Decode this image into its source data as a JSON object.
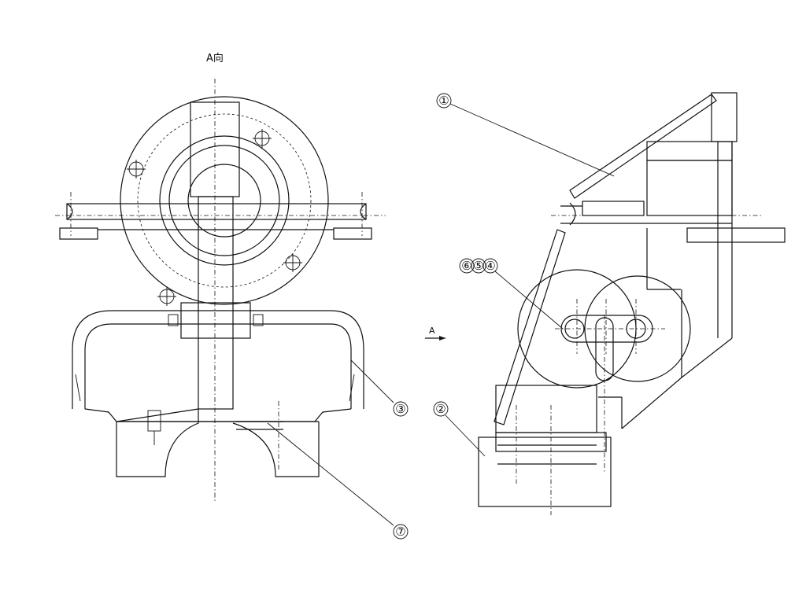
{
  "view_label": "A向",
  "arrow_label": "A",
  "balloons": {
    "b1": "①",
    "b2": "②",
    "b3": "③",
    "b4": "④",
    "b5": "⑤",
    "b6": "⑥",
    "b7": "⑦"
  }
}
